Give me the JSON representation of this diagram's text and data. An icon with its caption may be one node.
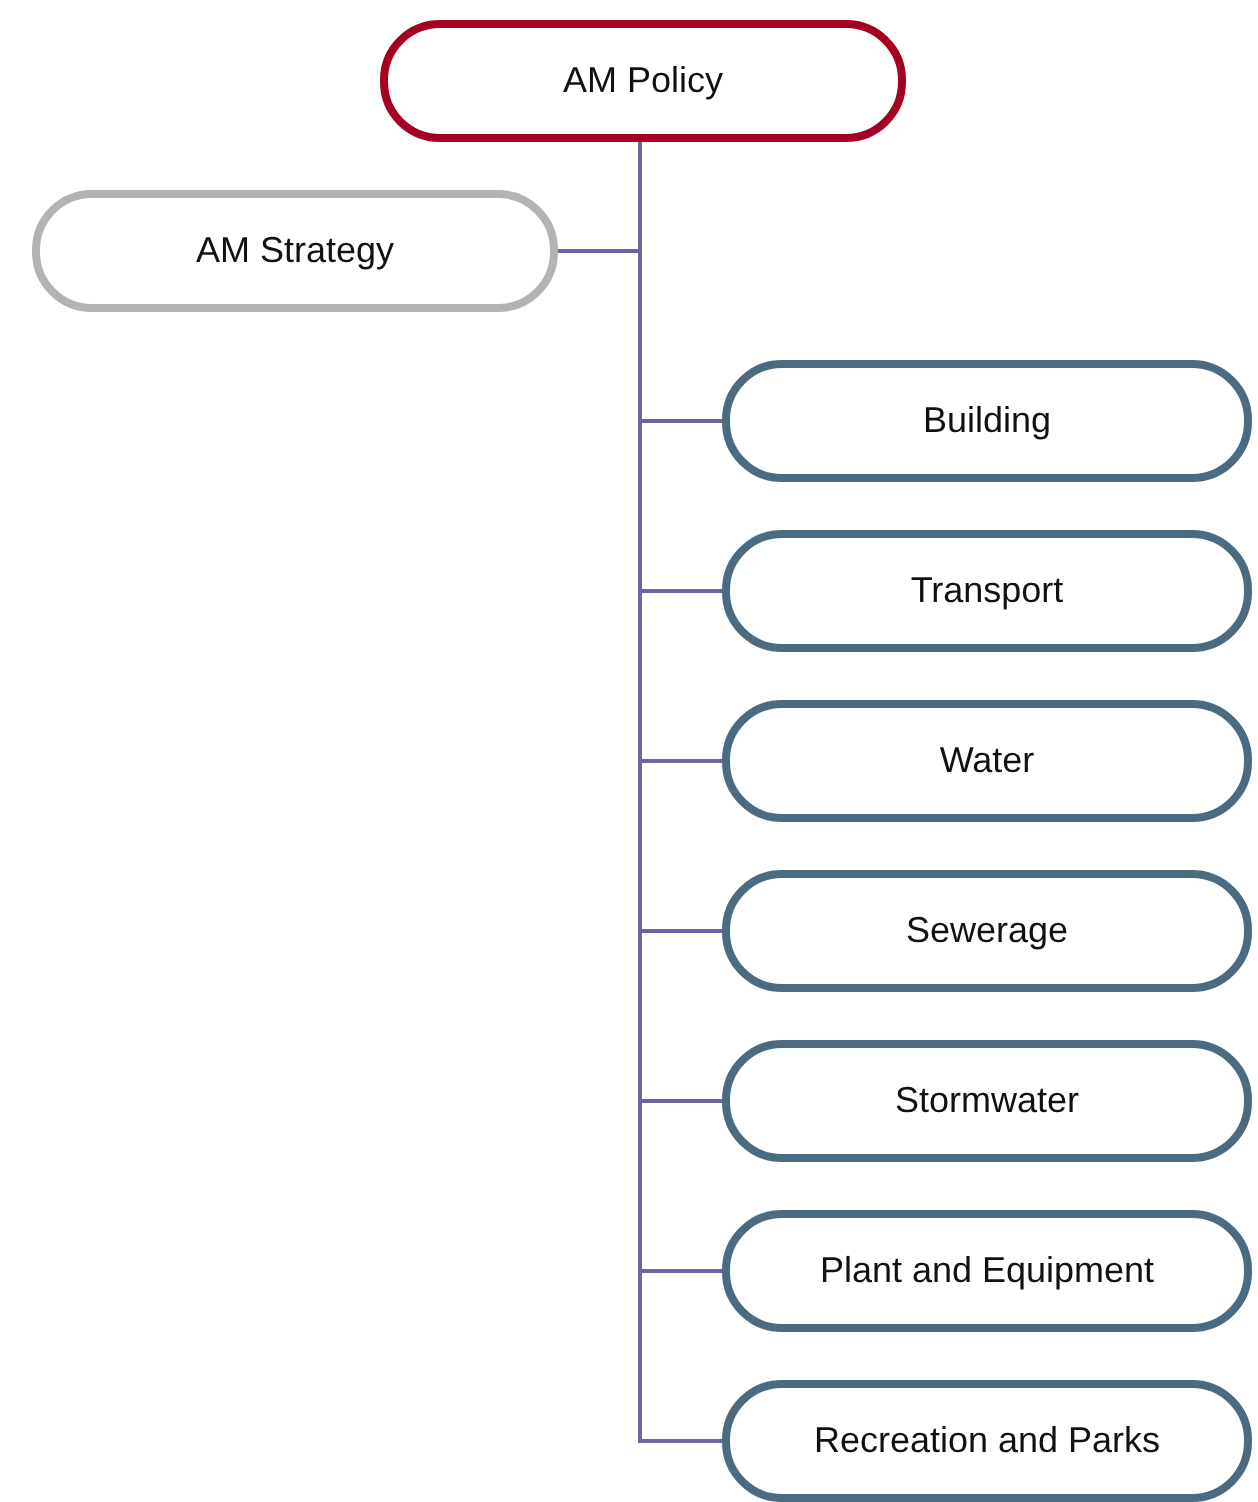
{
  "diagram": {
    "nodes": [
      {
        "text": [
          "AM Policy"
        ]
      },
      {
        "text": [
          "AM Strategy"
        ]
      },
      {
        "text": [
          "Building"
        ]
      },
      {
        "text": [
          "Transport"
        ]
      },
      {
        "text": [
          "Water"
        ]
      },
      {
        "text": [
          "Sewerage"
        ]
      },
      {
        "text": [
          "Stormwater"
        ]
      },
      {
        "text": [
          "Plant and Equipment"
        ]
      },
      {
        "text": [
          "Recreation and Parks"
        ]
      }
    ],
    "edges": [
      {
        "from": 0,
        "to": 1,
        "arrow": "none"
      },
      {
        "from": 0,
        "to": 2,
        "arrow": "none"
      },
      {
        "from": 0,
        "to": 3,
        "arrow": "none"
      },
      {
        "from": 0,
        "to": 4,
        "arrow": "none"
      },
      {
        "from": 0,
        "to": 5,
        "arrow": "none"
      },
      {
        "from": 0,
        "to": 6,
        "arrow": "none"
      },
      {
        "from": 0,
        "to": 7,
        "arrow": "none"
      },
      {
        "from": 0,
        "to": 8,
        "arrow": "none"
      }
    ]
  }
}
